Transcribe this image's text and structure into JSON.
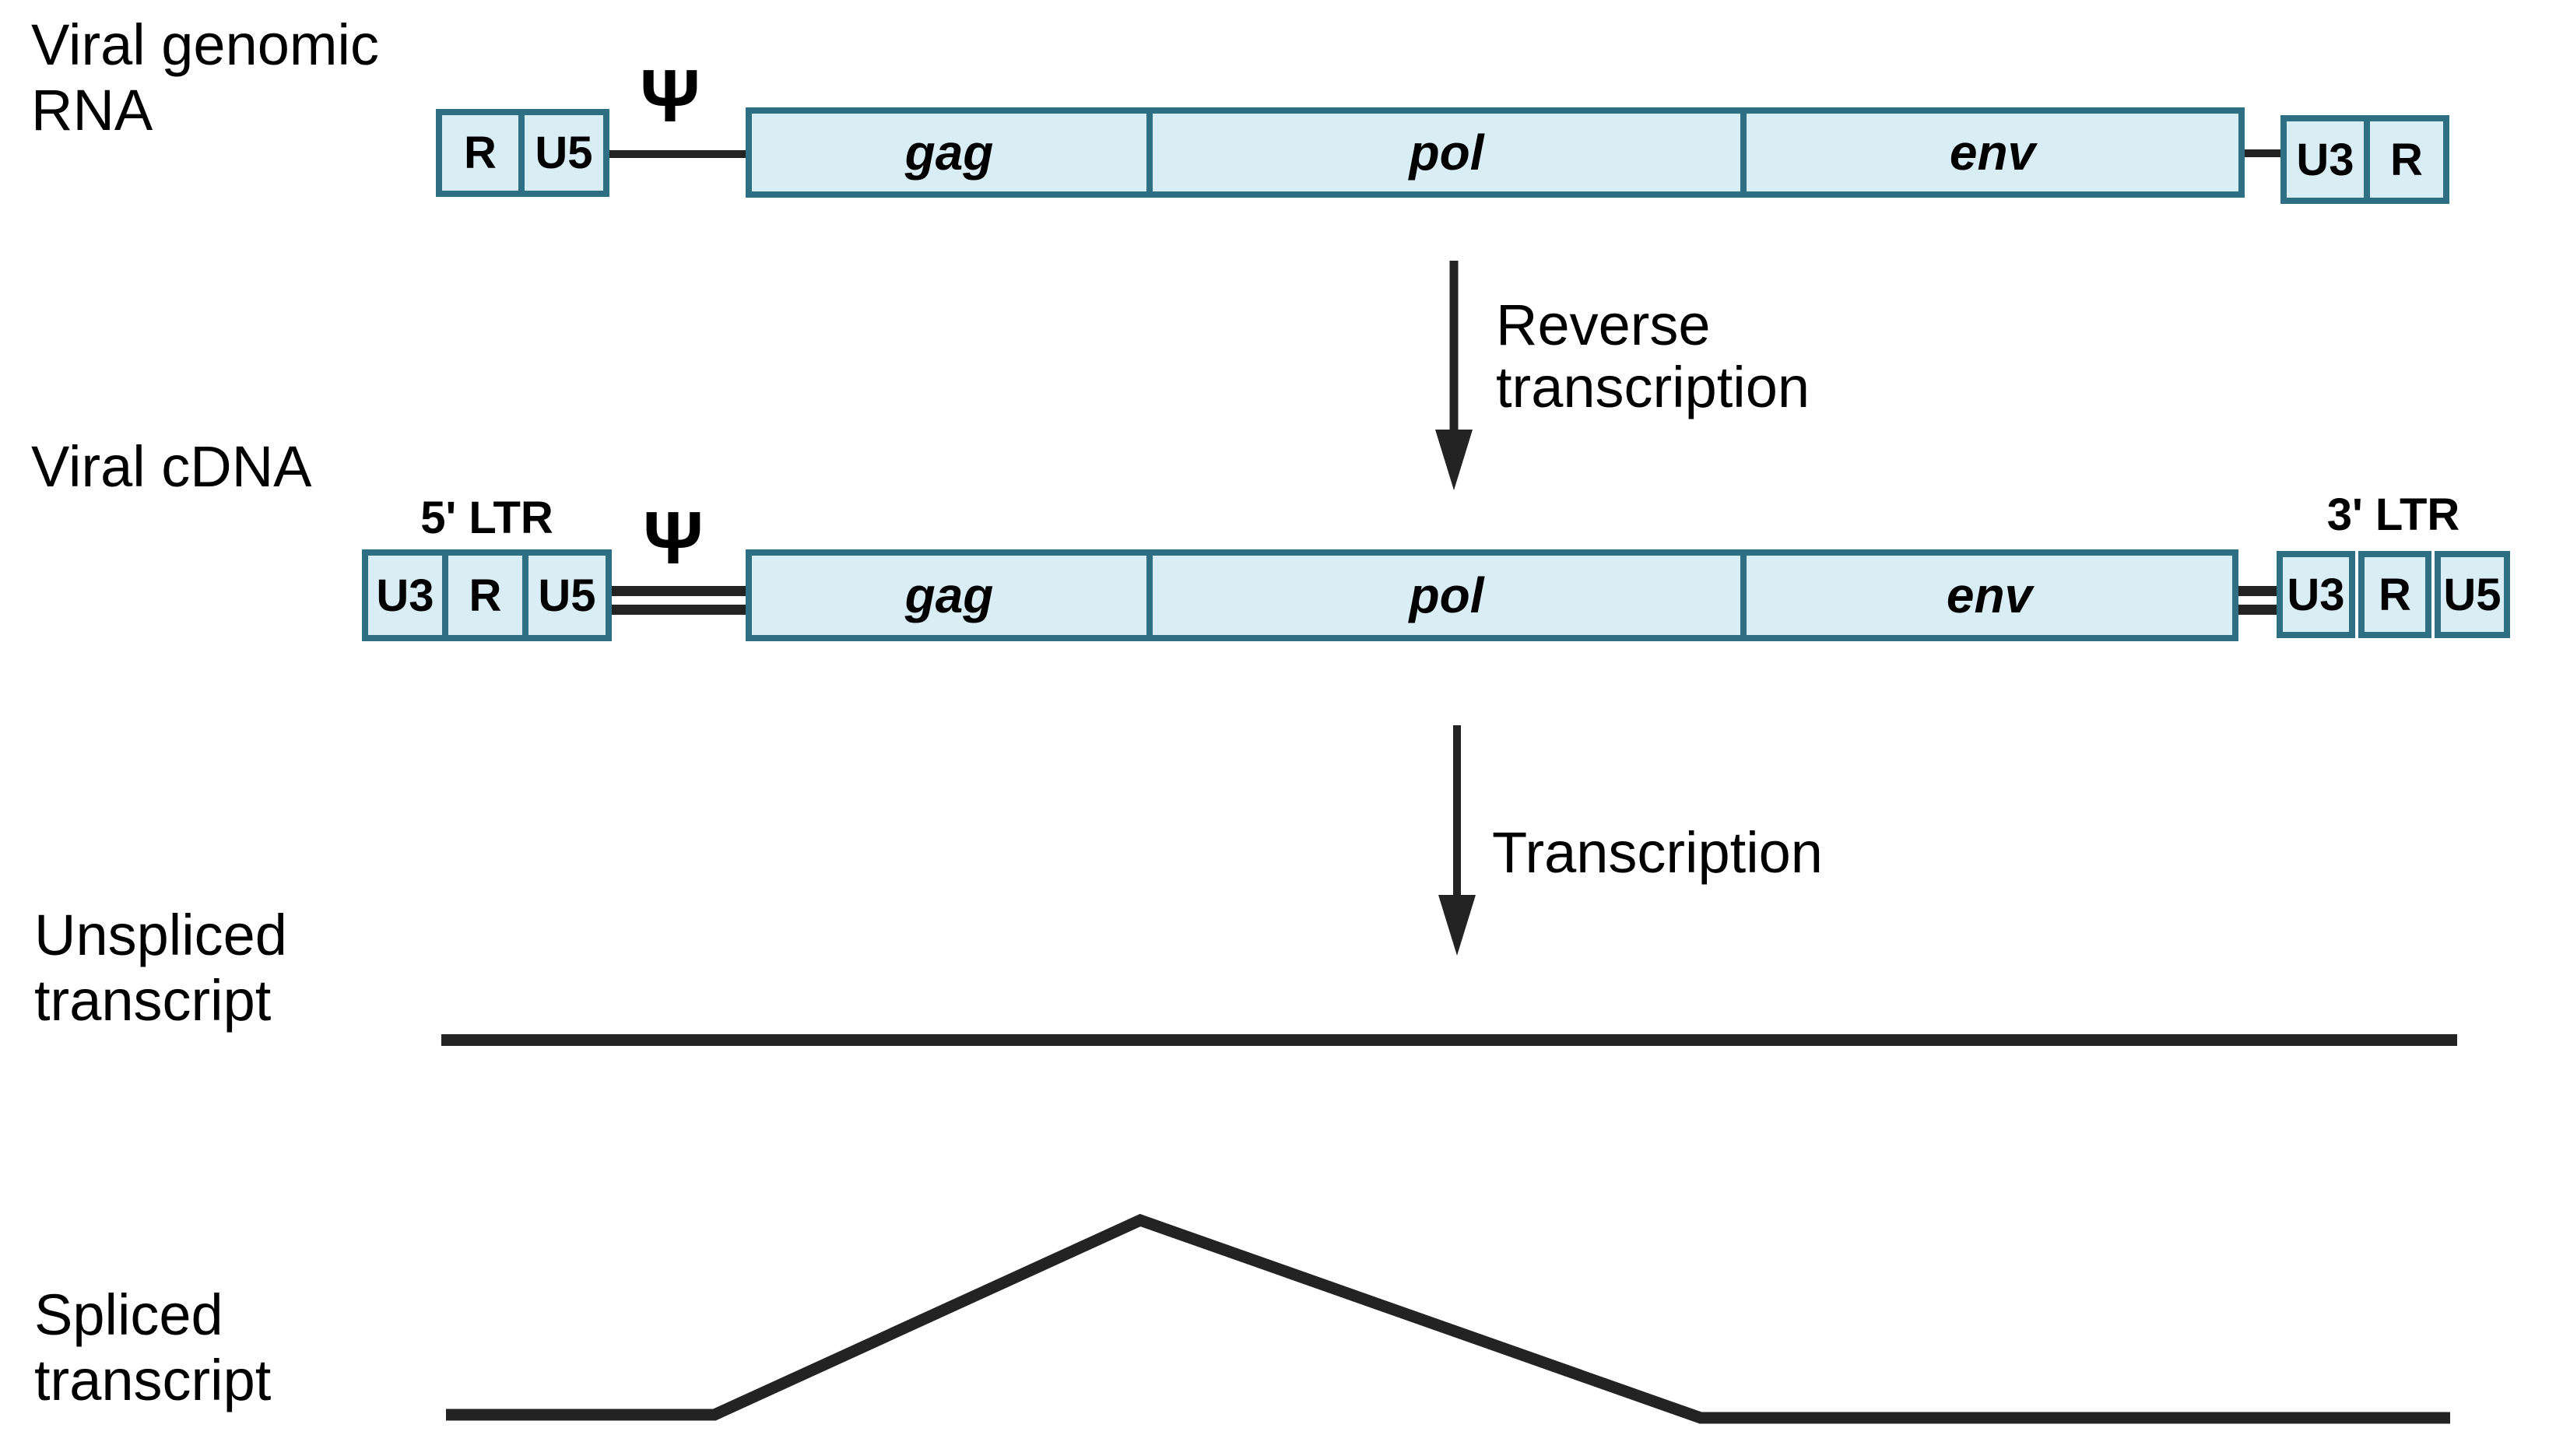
{
  "figure": {
    "rows": {
      "genomic_rna": {
        "title_line1": "Viral genomic",
        "title_line2": "RNA",
        "left_boxes": {
          "r": "R",
          "u5": "U5"
        },
        "psi": "Ψ",
        "genes": {
          "gag": "gag",
          "pol": "pol",
          "env": "env"
        },
        "right_boxes": {
          "u3": "U3",
          "r": "R"
        }
      },
      "reverse_transcription_arrow": {
        "label_line1": "Reverse",
        "label_line2": "transcription"
      },
      "cdna": {
        "title": "Viral cDNA",
        "ltr5": "5' LTR",
        "ltr3": "3' LTR",
        "left_boxes": {
          "u3": "U3",
          "r": "R",
          "u5": "U5"
        },
        "psi": "Ψ",
        "genes": {
          "gag": "gag",
          "pol": "pol",
          "env": "env"
        },
        "right_boxes": {
          "u3": "U3",
          "r": "R",
          "u5": "U5"
        }
      },
      "transcription_arrow": {
        "label": "Transcription"
      },
      "unspliced": {
        "title_line1": "Unspliced",
        "title_line2": "transcript"
      },
      "spliced": {
        "title_line1": "Spliced",
        "title_line2": "transcript"
      }
    },
    "colors": {
      "box_fill": "#d9edf4",
      "box_border": "#2e6f83",
      "line": "#232323",
      "text": "#000000"
    }
  }
}
